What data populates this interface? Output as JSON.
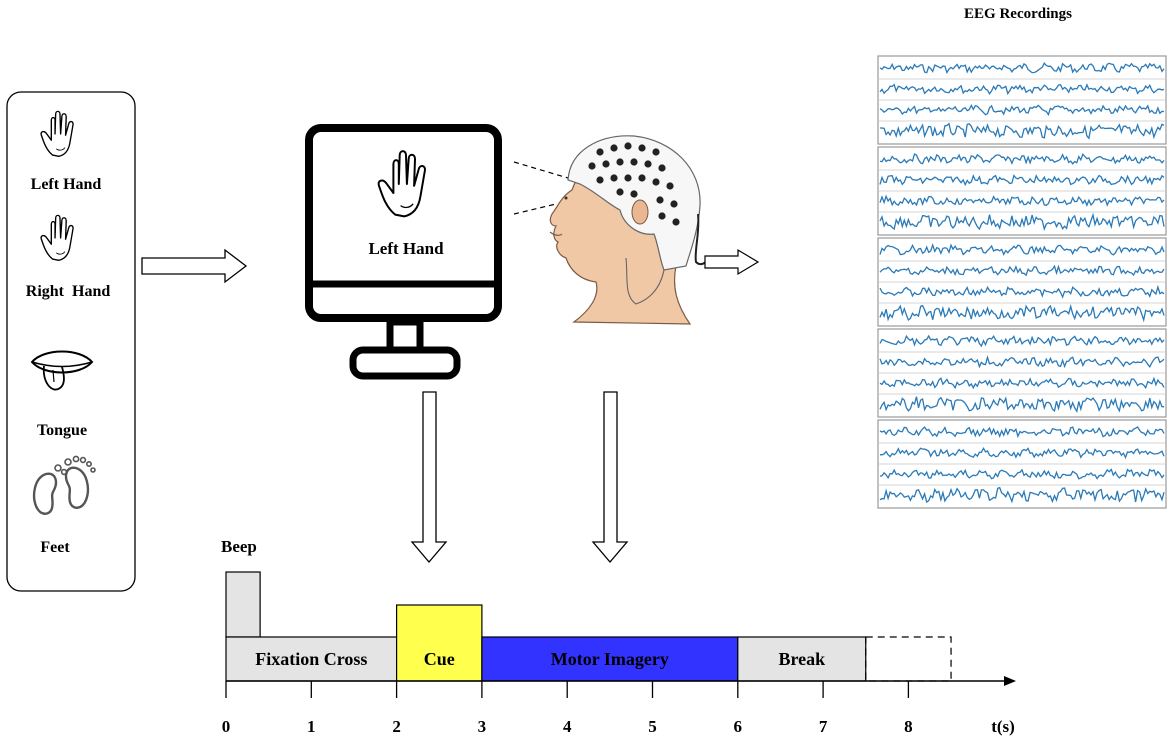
{
  "classes": [
    {
      "label": "Left Hand",
      "icon": "left-hand-icon"
    },
    {
      "label": "Right  Hand",
      "icon": "right-hand-icon"
    },
    {
      "label": "Tongue",
      "icon": "tongue-icon"
    },
    {
      "label": "Feet",
      "icon": "feet-icon"
    }
  ],
  "monitor": {
    "label": "Left Hand",
    "icon": "left-hand-icon"
  },
  "recordings": {
    "title": "EEG Recordings",
    "trace_color": "#2a7ab8",
    "blocks": 5,
    "traces_per_block": 4
  },
  "timeline": {
    "beep_label": "Beep",
    "segments": [
      {
        "label": "Fixation Cross",
        "start": 0,
        "end": 2,
        "color": "#e4e4e4"
      },
      {
        "label": "Cue",
        "start": 2,
        "end": 3,
        "color": "#ffff4d"
      },
      {
        "label": "Motor Imagery",
        "start": 3,
        "end": 6,
        "color": "#3333ff"
      },
      {
        "label": "Break",
        "start": 6,
        "end": 7.5,
        "color": "#e4e4e4"
      }
    ],
    "beep": {
      "start": 0,
      "end": 0.4,
      "color": "#e4e4e4"
    },
    "trailing": {
      "start": 7.5,
      "end": 8.5
    },
    "ticks": [
      "0",
      "1",
      "2",
      "3",
      "4",
      "5",
      "6",
      "7",
      "8"
    ],
    "axis_label": "t(s)"
  }
}
